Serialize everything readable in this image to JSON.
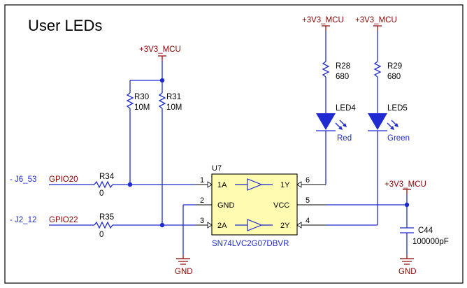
{
  "title": "User LEDs",
  "power": {
    "v3_top": "+3V3_MCU",
    "v3_r28": "+3V3_MCU",
    "v3_r29": "+3V3_MCU",
    "v3_c44": "+3V3_MCU"
  },
  "ground": {
    "gnd_u7": "GND",
    "gnd_c44": "GND"
  },
  "resistors": {
    "r30": {
      "ref": "R30",
      "value": "10M"
    },
    "r31": {
      "ref": "R31",
      "value": "10M"
    },
    "r28": {
      "ref": "R28",
      "value": "680"
    },
    "r29": {
      "ref": "R29",
      "value": "680"
    },
    "r34": {
      "ref": "R34",
      "value": "0"
    },
    "r35": {
      "ref": "R35",
      "value": "0"
    }
  },
  "leds": {
    "led4": {
      "ref": "LED4",
      "color": "Red"
    },
    "led5": {
      "ref": "LED5",
      "color": "Green"
    }
  },
  "capacitor": {
    "ref": "C44",
    "value": "100000pF"
  },
  "nets": {
    "gpio20": "GPIO20",
    "gpio22": "GPIO22",
    "j6": "- J6_53",
    "j2": "- J2_12"
  },
  "ic": {
    "ref": "U7",
    "part": "SN74LVC2G07DBVR",
    "pins_left": [
      {
        "num": "1",
        "name": "1A"
      },
      {
        "num": "2",
        "name": "GND"
      },
      {
        "num": "3",
        "name": "2A"
      }
    ],
    "pins_right": [
      {
        "num": "6",
        "name": "1Y"
      },
      {
        "num": "5",
        "name": "VCC"
      },
      {
        "num": "4",
        "name": "2Y"
      }
    ]
  },
  "colors": {
    "wire": "#1f2bd0",
    "net_label": "#8b0000",
    "ic_fill": "#fffbb0"
  }
}
